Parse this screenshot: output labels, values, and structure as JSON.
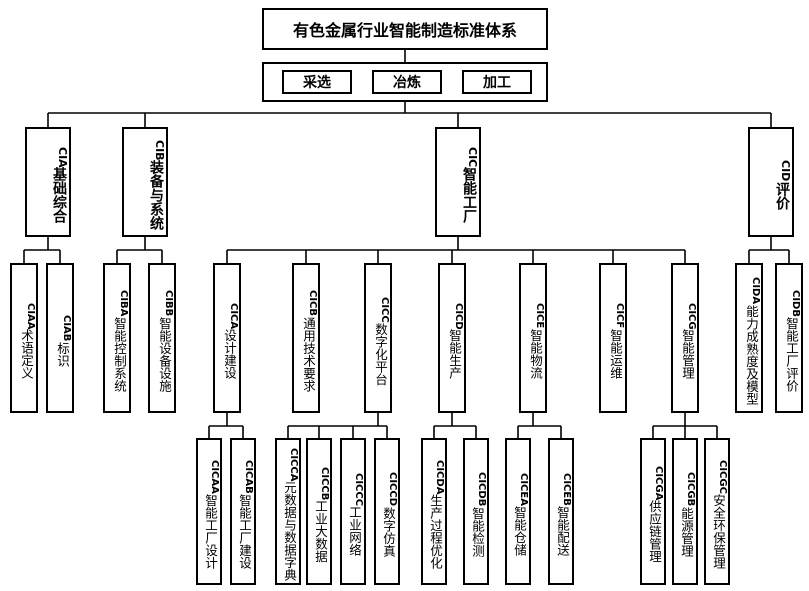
{
  "title": "有色金属行业智能制造标准体系",
  "processes": [
    "采选",
    "冶炼",
    "加工"
  ],
  "level2": [
    {
      "code": "CIA",
      "name": "基础综合"
    },
    {
      "code": "CIB",
      "name": "装备与系统"
    },
    {
      "code": "CIC",
      "name": "智能工厂"
    },
    {
      "code": "CID",
      "name": "评价"
    }
  ],
  "level3": [
    {
      "code": "CIAA",
      "name": "术语定义"
    },
    {
      "code": "CIAB",
      "name": "标识"
    },
    {
      "code": "CIBA",
      "name": "智能控制系统"
    },
    {
      "code": "CIBB",
      "name": "智能设备设施"
    },
    {
      "code": "CICA",
      "name": "设计建设"
    },
    {
      "code": "CICB",
      "name": "通用技术要求"
    },
    {
      "code": "CICC",
      "name": "数字化平台"
    },
    {
      "code": "CICD",
      "name": "智能生产"
    },
    {
      "code": "CICE",
      "name": "智能物流"
    },
    {
      "code": "CICF",
      "name": "智能运维"
    },
    {
      "code": "CICG",
      "name": "智能管理"
    },
    {
      "code": "CIDA",
      "name": "能力成熟度及模型"
    },
    {
      "code": "CIDB",
      "name": "智能工厂评价"
    }
  ],
  "level4": [
    {
      "code": "CICAA",
      "name": "智能工厂设计"
    },
    {
      "code": "CICAB",
      "name": "智能工厂建设"
    },
    {
      "code": "CICCA",
      "name": "元数据与数据字典"
    },
    {
      "code": "CICCB",
      "name": "工业大数据"
    },
    {
      "code": "CICCC",
      "name": "工业网络"
    },
    {
      "code": "CICCD",
      "name": "数字仿真"
    },
    {
      "code": "CICDA",
      "name": "生产过程优化"
    },
    {
      "code": "CICDB",
      "name": "智能检测"
    },
    {
      "code": "CICEA",
      "name": "智能仓储"
    },
    {
      "code": "CICEB",
      "name": "智能配送"
    },
    {
      "code": "CICGA",
      "name": "供应链管理"
    },
    {
      "code": "CICGB",
      "name": "能源管理"
    },
    {
      "code": "CICGC",
      "name": "安全环保管理"
    }
  ]
}
